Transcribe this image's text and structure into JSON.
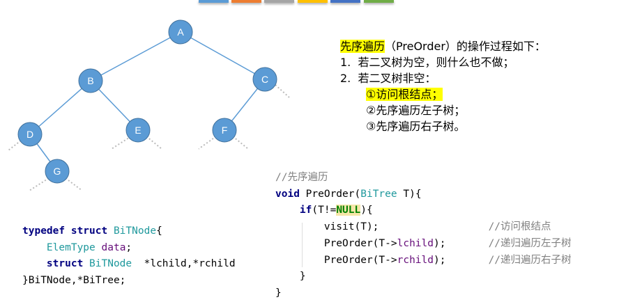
{
  "top_bars": [
    "#5b9bd5",
    "#ed7d31",
    "#a5a5a5",
    "#ffc000",
    "#4472c4",
    "#70ad47"
  ],
  "tree": {
    "nodes": [
      "A",
      "B",
      "C",
      "D",
      "E",
      "F",
      "G"
    ],
    "node_color": "#5b9bd5"
  },
  "desc": {
    "title_hl": "先序遍历",
    "title_rest": "（PreOrder）的操作过程如下：",
    "items": [
      {
        "num": "1.",
        "text": "若二叉树为空，则什么也不做；"
      },
      {
        "num": "2.",
        "text": "若二叉树非空："
      }
    ],
    "steps": [
      "①访问根结点；",
      "②先序遍历左子树；",
      "③先序遍历右子树。"
    ]
  },
  "code_left": {
    "l1a": "typedef struct ",
    "l1b": "BiTNode",
    "l1c": "{",
    "l2a": "ElemType ",
    "l2b": "data",
    ";": ";",
    "l3a": "struct ",
    "l3b": "BiTNode",
    "l3c": "  *",
    "l3d": "lchild",
    ",": ",*",
    "l3e": "rchild",
    "l4": "}BiTNode,*BiTree;"
  },
  "code_right": {
    "comment": "//先序遍历",
    "void": "void",
    "sig": " PreOrder(",
    "bitree": "BiTree",
    "sig2": " T){",
    "if": "if",
    "cond": "(T!=",
    "null": "NULL",
    "cond2": "){",
    "visit": "visit(T);",
    "c1": "//访问根结点",
    "pre": "PreOrder(T->",
    "lchild": "lchild",
    "rchild": "rchild",
    "end": ");",
    "c2": "//递归遍历左子树",
    "c3": "//递归遍历右子树",
    "close1": "}",
    "close2": "}"
  }
}
